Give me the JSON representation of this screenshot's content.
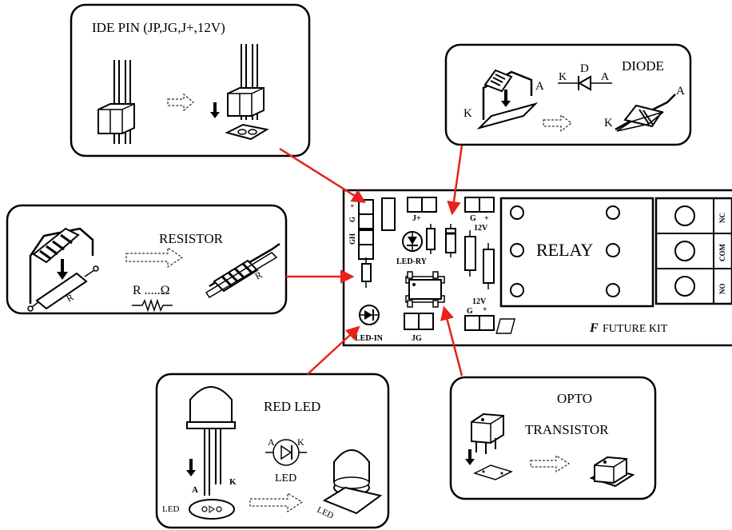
{
  "ide_pin": {
    "title": "IDE PIN (JP,JG,J+,12V)"
  },
  "diode": {
    "title": "DIODE",
    "symbol_label": "D",
    "pin_a": "A",
    "pin_k": "K"
  },
  "resistor": {
    "title": "RESISTOR",
    "body_letter": "R",
    "symbol_text": "R .....Ω"
  },
  "red_led": {
    "title": "RED LED",
    "pin_a": "A",
    "pin_k": "K",
    "symbol_label": "LED",
    "footprint_label": "LED",
    "tilted_label": "LED"
  },
  "opto": {
    "title_line1": "OPTO",
    "title_line2": "TRANSISTOR"
  },
  "pcb": {
    "relay_label": "RELAY",
    "brand": "FUTURE KIT",
    "logo_letter": "F",
    "nc": "NC",
    "com": "COM",
    "no": "NO",
    "left_g": "G",
    "left_plus": "+",
    "left_gh": "GH",
    "jplus": "J+",
    "g_top": "G",
    "plus_top": "+",
    "twelve_v_top": "12V",
    "twelve_v_bottom": "12V",
    "g_bottom": "G",
    "plus_bottom": "+",
    "led_ry": "LED-RY",
    "led_in": "LED-IN",
    "jg": "JG"
  },
  "colors": {
    "arrow": "#e8211c",
    "stroke": "#000000",
    "fill": "#ffffff"
  }
}
